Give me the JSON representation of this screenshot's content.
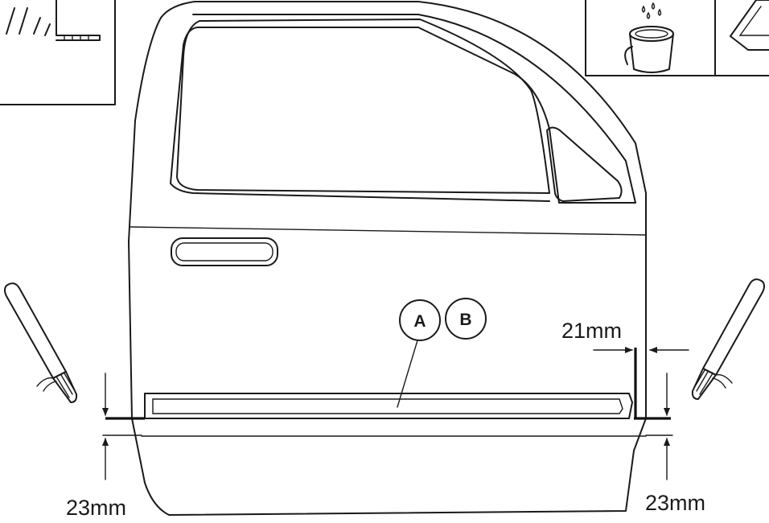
{
  "callouts": {
    "a": "A",
    "b": "B"
  },
  "dimensions": {
    "top_gap": "21mm",
    "left_height": "23mm",
    "right_height": "23mm"
  }
}
